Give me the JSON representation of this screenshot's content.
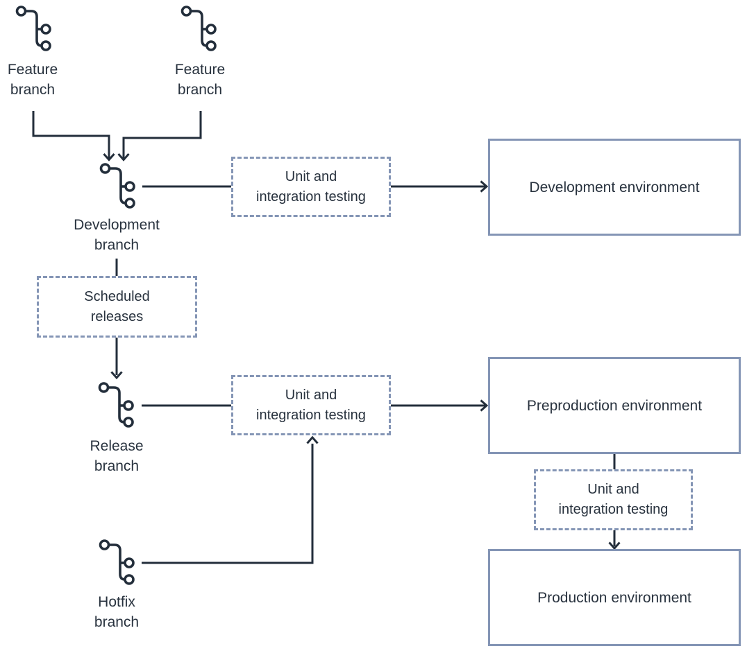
{
  "colors": {
    "background": "#ffffff",
    "line": "#232e3b",
    "border": "#8495b5",
    "text": "#28323e"
  },
  "branches": {
    "feature1": {
      "icon": "git-branch-icon",
      "line1": "Feature",
      "line2": "branch"
    },
    "feature2": {
      "icon": "git-branch-icon",
      "line1": "Feature",
      "line2": "branch"
    },
    "development": {
      "icon": "git-branch-icon",
      "line1": "Development",
      "line2": "branch"
    },
    "release": {
      "icon": "git-branch-icon",
      "line1": "Release",
      "line2": "branch"
    },
    "hotfix": {
      "icon": "git-branch-icon",
      "line1": "Hotfix",
      "line2": "branch"
    }
  },
  "steps": {
    "testing_dev": {
      "line1": "Unit and",
      "line2": "integration testing"
    },
    "scheduled_releases": {
      "line1": "Scheduled",
      "line2": "releases"
    },
    "testing_preprod": {
      "line1": "Unit and",
      "line2": "integration testing"
    },
    "testing_prod": {
      "line1": "Unit and",
      "line2": "integration testing"
    }
  },
  "environments": {
    "development": {
      "label": "Development environment"
    },
    "preproduction": {
      "label": "Preproduction environment"
    },
    "production": {
      "label": "Production environment"
    }
  }
}
